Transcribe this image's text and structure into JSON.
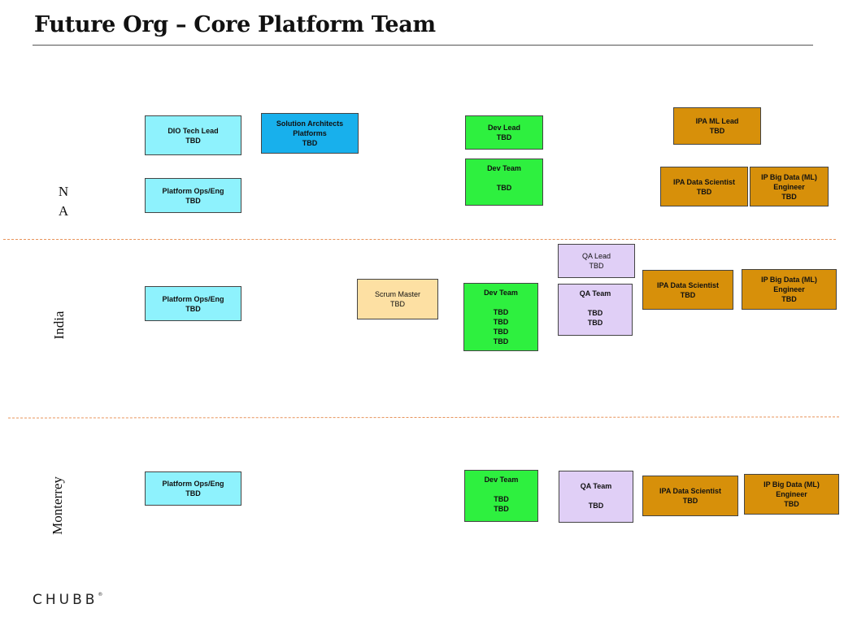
{
  "title": "Future Org – Core Platform Team",
  "regions": {
    "na": [
      "N",
      "A"
    ],
    "india": "India",
    "monterrey": "Monterrey"
  },
  "logo": "CHUBB",
  "boxes": {
    "dio_tech_lead": [
      "DIO Tech Lead",
      "TBD"
    ],
    "solution_architects": [
      "Solution Architects",
      "Platforms",
      "TBD"
    ],
    "na_dev_lead": [
      "Dev Lead",
      "TBD"
    ],
    "ipa_ml_lead": [
      "IPA ML Lead",
      "TBD"
    ],
    "na_platform_ops": [
      "Platform Ops/Eng",
      "TBD"
    ],
    "na_dev_team": [
      "Dev Team",
      "",
      "TBD"
    ],
    "na_ipa_data_scientist": [
      "IPA Data Scientist",
      "TBD"
    ],
    "na_ip_big_data": [
      "IP Big Data (ML)",
      "Engineer",
      "TBD"
    ],
    "india_platform_ops": [
      "Platform Ops/Eng",
      "TBD"
    ],
    "india_scrum_master": [
      "Scrum Master",
      "TBD"
    ],
    "india_dev_team": [
      "Dev Team",
      "",
      "TBD",
      "TBD",
      "TBD",
      "TBD"
    ],
    "india_qa_lead": [
      "QA Lead",
      "TBD"
    ],
    "india_qa_team": [
      "QA Team",
      "",
      "TBD",
      "TBD"
    ],
    "india_ipa_data_scientist": [
      "IPA Data Scientist",
      "TBD"
    ],
    "india_ip_big_data": [
      "IP Big Data (ML)",
      "Engineer",
      "TBD"
    ],
    "mty_platform_ops": [
      "Platform Ops/Eng",
      "TBD"
    ],
    "mty_dev_team": [
      "Dev Team",
      "",
      "TBD",
      "TBD"
    ],
    "mty_qa_team": [
      "QA Team",
      "",
      "TBD"
    ],
    "mty_ipa_data_scientist": [
      "IPA Data Scientist",
      "TBD"
    ],
    "mty_ip_big_data": [
      "IP Big Data (ML)",
      "Engineer",
      "TBD"
    ]
  },
  "colors": {
    "ops": "#8ef2fd",
    "architects": "#18b0ec",
    "dev": "#2ef03f",
    "ipa": "#d7900a",
    "qa": "#e0cff6",
    "scrum": "#fde0a3",
    "divider": "#e8935a"
  }
}
